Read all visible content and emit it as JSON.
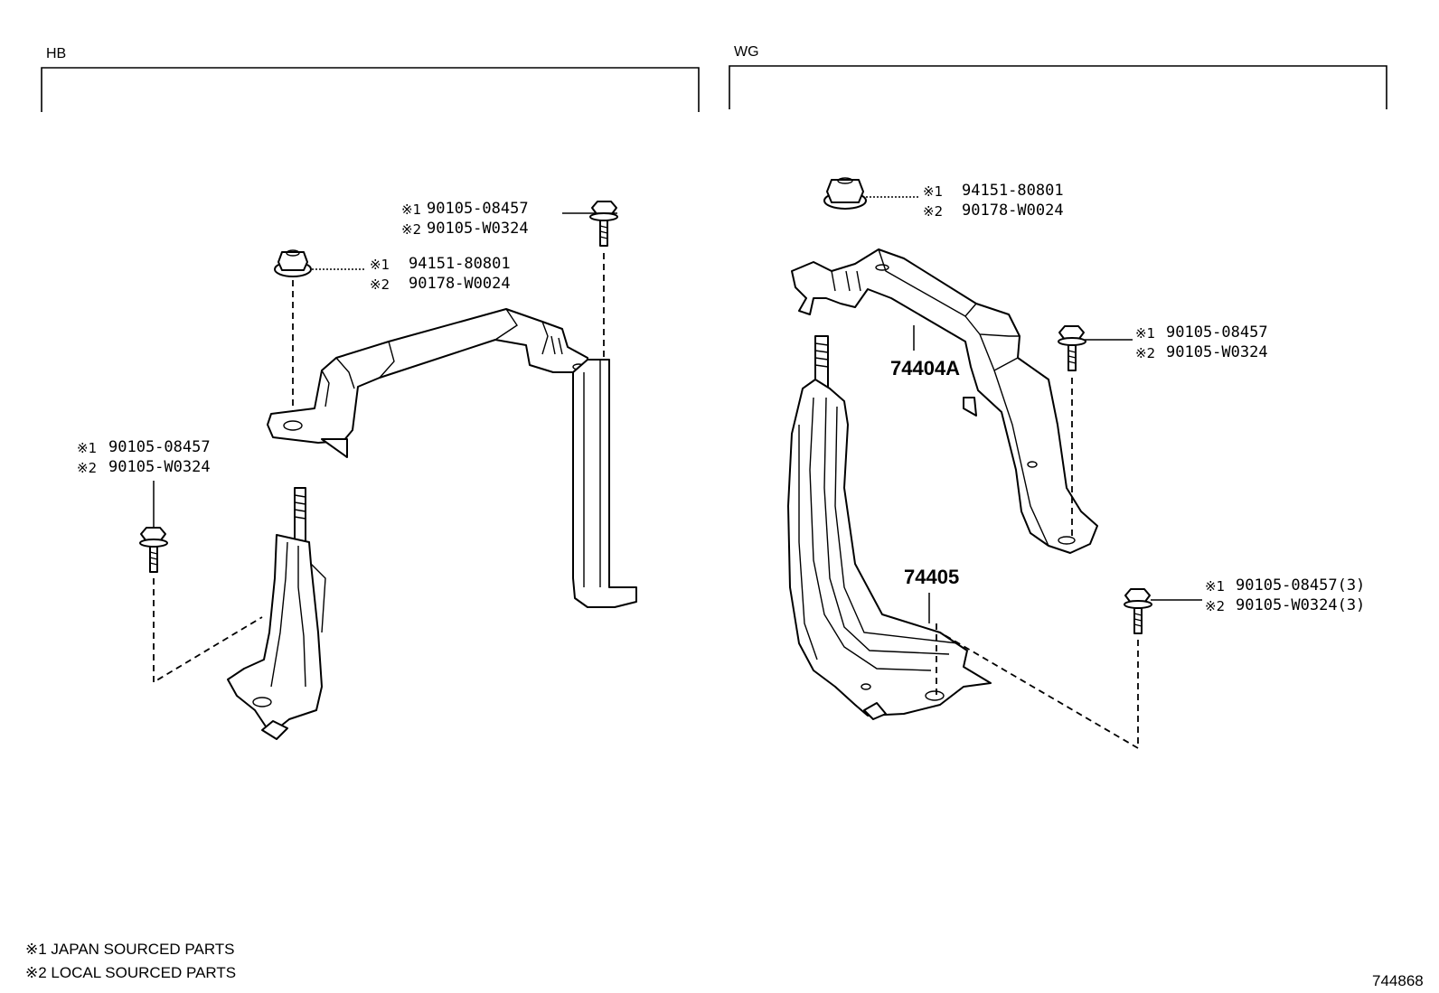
{
  "sections": {
    "left": {
      "code": "HB"
    },
    "right": {
      "code": "WG"
    }
  },
  "mark1": "※1",
  "mark2": "※2",
  "callouts": {
    "hb_bolt_top": {
      "p1": "90105-08457",
      "p2": "90105-W0324"
    },
    "hb_nut": {
      "p1": "94151-80801",
      "p2": "90178-W0024"
    },
    "hb_bolt_left": {
      "p1": "90105-08457",
      "p2": "90105-W0324"
    },
    "wg_nut": {
      "p1": "94151-80801",
      "p2": "90178-W0024"
    },
    "wg_bolt_mid": {
      "p1": "90105-08457",
      "p2": "90105-W0324"
    },
    "wg_bolt_low": {
      "p1": "90105-08457(3)",
      "p2": "90105-W0324(3)"
    }
  },
  "refs": {
    "bracket_upper": "74404A",
    "bracket_lower": "74405"
  },
  "notes": {
    "note1": "※1 JAPAN SOURCED PARTS",
    "note2": "※2 LOCAL SOURCED PARTS"
  },
  "figure_number": "744868"
}
